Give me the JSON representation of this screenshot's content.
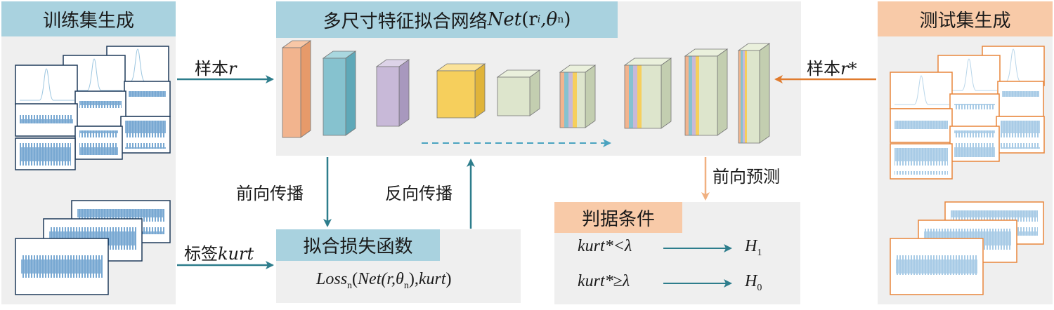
{
  "train_panel": {
    "title": "训练集生成"
  },
  "test_panel": {
    "title": "测试集生成"
  },
  "network": {
    "title_cn": "多尺寸特征拟合网络",
    "title_fn": "Net",
    "title_args": "(r",
    "title_sub1": "i",
    "title_mid": ",θ",
    "title_sub2": "n",
    "title_close": ")"
  },
  "loss": {
    "title": "拟合损失函数",
    "formula_loss": "Loss",
    "formula_sub": "n",
    "formula_rest1": "(",
    "formula_net": "Net",
    "formula_rest2": "(r,θ",
    "formula_sub2": "n",
    "formula_rest3": "),",
    "formula_kurt": "kurt",
    "formula_end": ")"
  },
  "criteria": {
    "title": "判据条件",
    "rule1_lhs": "kurt",
    "rule1_op": "*<λ",
    "rule1_rhs": "H",
    "rule1_sub": "1",
    "rule2_lhs": "kurt",
    "rule2_op": "*≥λ",
    "rule2_rhs": "H",
    "rule2_sub": "0"
  },
  "arrows": {
    "sample_r_cn": "样本",
    "sample_r_var": "r",
    "label_kurt_cn": "标签",
    "label_kurt_var": "kurt",
    "sample_rstar_cn": "样本",
    "sample_rstar_var": "r*",
    "forward_prop": "前向传播",
    "backward_prop": "反向传播",
    "forward_predict": "前向预测"
  },
  "colors": {
    "header_blue": "#a9d2df",
    "header_orange": "#f8caa8",
    "arrow_teal": "#2d7d8c",
    "arrow_orange": "#e07b2e",
    "arrow_light_orange": "#f0b080",
    "signal_blue": "#1f6fb4",
    "test_frame": "#e8853b"
  }
}
